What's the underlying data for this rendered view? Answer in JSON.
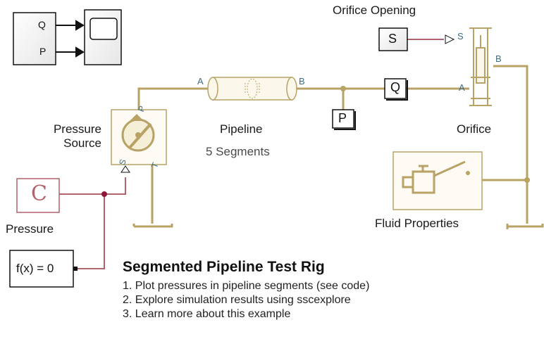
{
  "colors": {
    "hydraulic": "#b8a266",
    "signal": "#8b1a3a",
    "physical_signal": "#b0636b",
    "port_label": "#3e6d80",
    "block_border": "#b8a266"
  },
  "scope": {
    "input_q": "Q",
    "input_p": "P",
    "icon": "scope-icon"
  },
  "orifice_opening": {
    "label": "Orifice Opening",
    "source_text": "S",
    "port_s": "S"
  },
  "pipeline": {
    "label": "Pipeline",
    "subtitle": "5 Segments",
    "port_a": "A",
    "port_b": "B"
  },
  "q_goto": "Q",
  "p_goto": "P",
  "orifice": {
    "label": "Orifice",
    "port_a": "A",
    "port_b": "B"
  },
  "pressure_source": {
    "label_line1": "Pressure",
    "label_line2": "Source",
    "port_p": "P",
    "port_s": "S",
    "port_t": "T"
  },
  "pressure_const": {
    "value": "C",
    "label": "Pressure"
  },
  "fluid_properties": {
    "label": "Fluid Properties",
    "icon": "oil-can-icon"
  },
  "solver": {
    "text": "f(x) = 0"
  },
  "notes": {
    "title": "Segmented Pipeline Test Rig",
    "steps": [
      "1. Plot pressures in pipeline segments (see code)",
      "2. Explore simulation results using sscexplore",
      "3. Learn more about this example"
    ]
  }
}
